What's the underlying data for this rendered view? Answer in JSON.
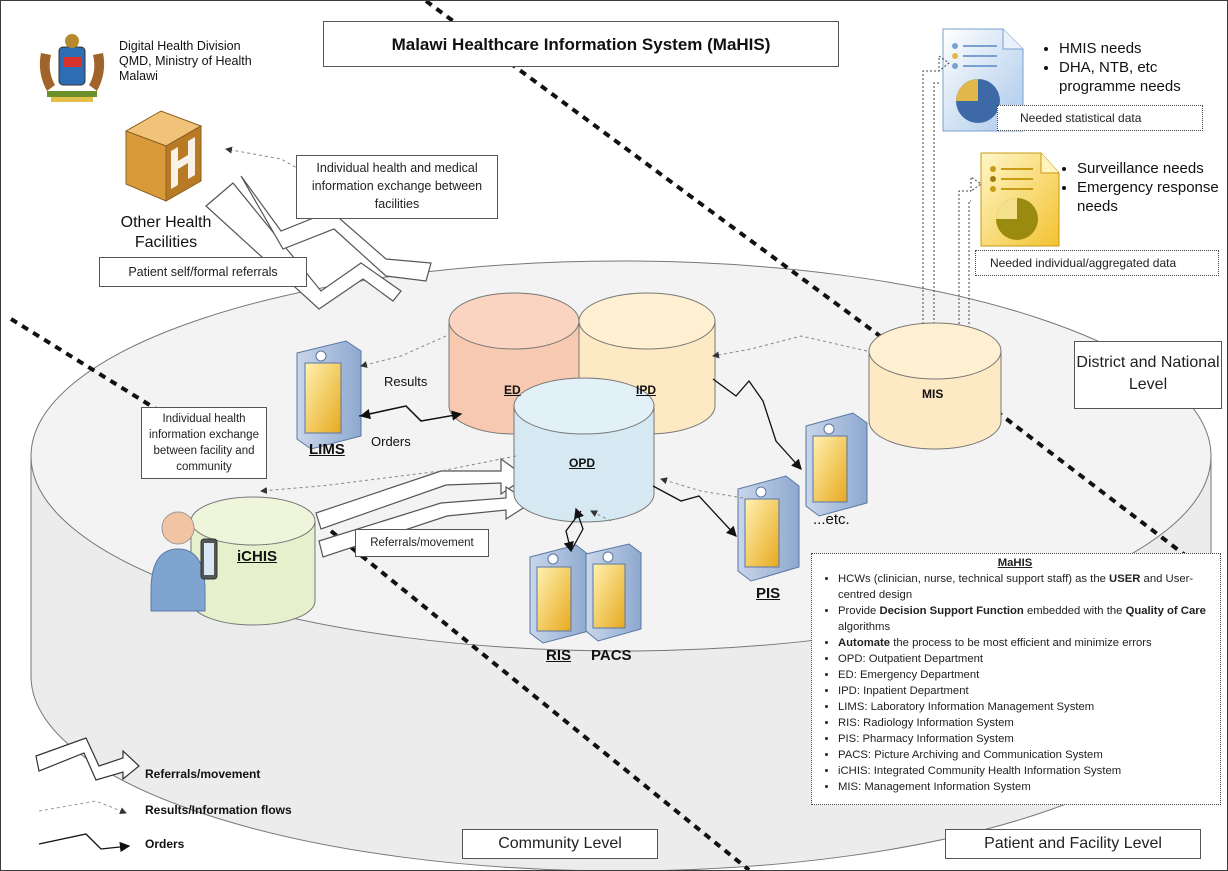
{
  "header": {
    "org_line1": "Digital Health Division",
    "org_line2": "QMD, Ministry of Health",
    "org_line3": "Malawi",
    "title": "Malawi Healthcare Information System (MaHIS)"
  },
  "other_facilities": {
    "label_line1": "Other Health",
    "label_line2": "Facilities"
  },
  "callouts": {
    "exchange_facilities": "Individual health and medical information exchange between facilities",
    "patient_referrals": "Patient self/formal referrals",
    "exchange_community": "Individual health information exchange between facility and community",
    "referrals_movement": "Referrals/movement",
    "results": "Results",
    "orders": "Orders"
  },
  "nodes": {
    "ed": "ED",
    "ipd": "IPD",
    "opd": "OPD",
    "mis": "MIS",
    "ichis": "iCHIS",
    "lims": "LIMS",
    "ris": "RIS",
    "pacs": "PACS",
    "pis": "PIS",
    "etc": "...etc."
  },
  "needs": {
    "hmis": "HMIS needs",
    "programme": "DHA, NTB, etc programme needs",
    "statistical_caption": "Needed statistical data",
    "surveillance": "Surveillance needs",
    "emergency": "Emergency response needs",
    "aggregated_caption": "Needed individual/aggregated data"
  },
  "levels": {
    "district": "District and National Level",
    "community": "Community Level",
    "patient": "Patient and Facility Level"
  },
  "legend": {
    "referrals": "Referrals/movement",
    "results": "Results/Information flows",
    "orders": "Orders"
  },
  "mahis_box": {
    "heading": "MaHIS",
    "items": [
      {
        "pre": "HCWs (clinician, nurse, technical support staff) as the ",
        "bold": "USER",
        "post": " and User-centred design"
      },
      {
        "pre": "Provide ",
        "bold": "Decision Support Function",
        "post": " embedded with the ",
        "bold2": "Quality of Care",
        "post2": " algorithms"
      },
      {
        "pre": "",
        "bold": "Automate",
        "post": " the process to be most efficient and minimize errors"
      },
      {
        "pre": "OPD: Outpatient Department"
      },
      {
        "pre": "ED: Emergency Department"
      },
      {
        "pre": "IPD: Inpatient Department"
      },
      {
        "pre": "LIMS: Laboratory Information Management System"
      },
      {
        "pre": "RIS: Radiology Information System"
      },
      {
        "pre": "PIS: Pharmacy Information System"
      },
      {
        "pre": "PACS: Picture Archiving and Communication System"
      },
      {
        "pre": "iCHIS: Integrated Community Health Information System"
      },
      {
        "pre": "MIS: Management Information System"
      }
    ]
  },
  "colors": {
    "ed": "#f7c9b0",
    "ipd": "#fde9c3",
    "opd": "#d6e9f3",
    "mis": "#fde9c3",
    "ichis": "#e6f0cc",
    "platform": "#f1f1f1"
  }
}
